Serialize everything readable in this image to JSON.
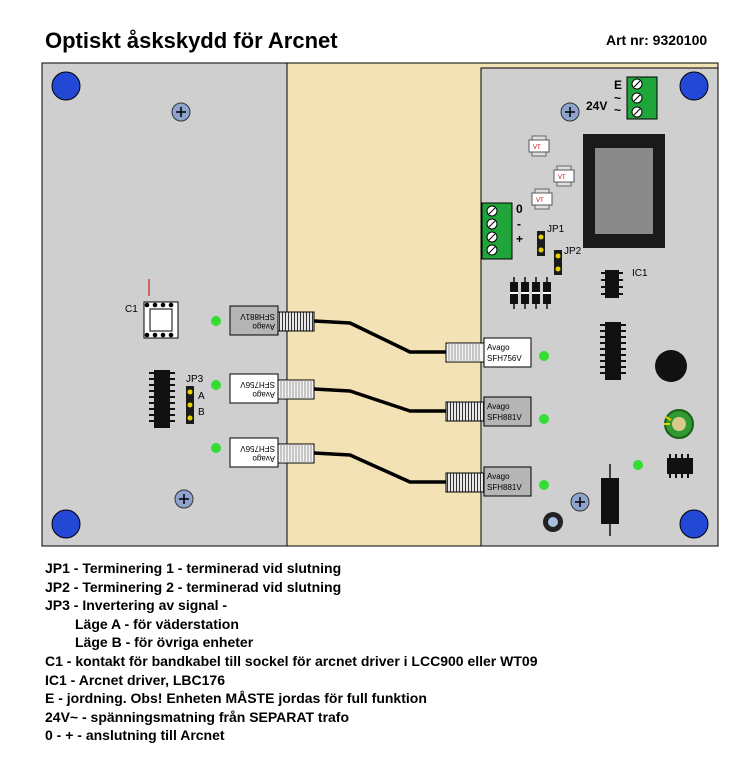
{
  "header": {
    "title": "Optiskt åskskydd för Arcnet",
    "art_nr": "Art nr: 9320100"
  },
  "board_labels": {
    "c1": "C1",
    "jp3": "JP3",
    "jp3_a": "A",
    "jp3_b": "B",
    "jp1": "JP1",
    "jp2": "JP2",
    "ic1": "IC1",
    "term_e": "E",
    "term_24v": "24V",
    "tilde": "~",
    "term_0": "0",
    "term_minus": "-",
    "term_plus": "+",
    "vt": "VT"
  },
  "modules": {
    "brand": "Avago",
    "left_top": "SFH881V",
    "left_mid": "SFH756V",
    "left_bot": "SFH756V",
    "right_top": "SFH756V",
    "right_mid": "SFH881V",
    "right_bot": "SFH881V"
  },
  "legend": [
    "JP1 - Terminering 1 - terminerad vid slutning",
    "JP2 - Terminering 2 - terminerad vid slutning",
    "JP3 - Invertering av signal -",
    "Läge A - för väderstation",
    "Läge B - för övriga enheter",
    "C1 - kontakt för bandkabel till sockel för arcnet driver i LCC900 eller  WT09",
    "IC1 - Arcnet driver, LBC176",
    "E - jordning. Obs! Enheten MÅSTE jordas för full funktion",
    "24V~ - spänningsmatning från SEPARAT trafo",
    "0 - + - anslutning till Arcnet"
  ]
}
